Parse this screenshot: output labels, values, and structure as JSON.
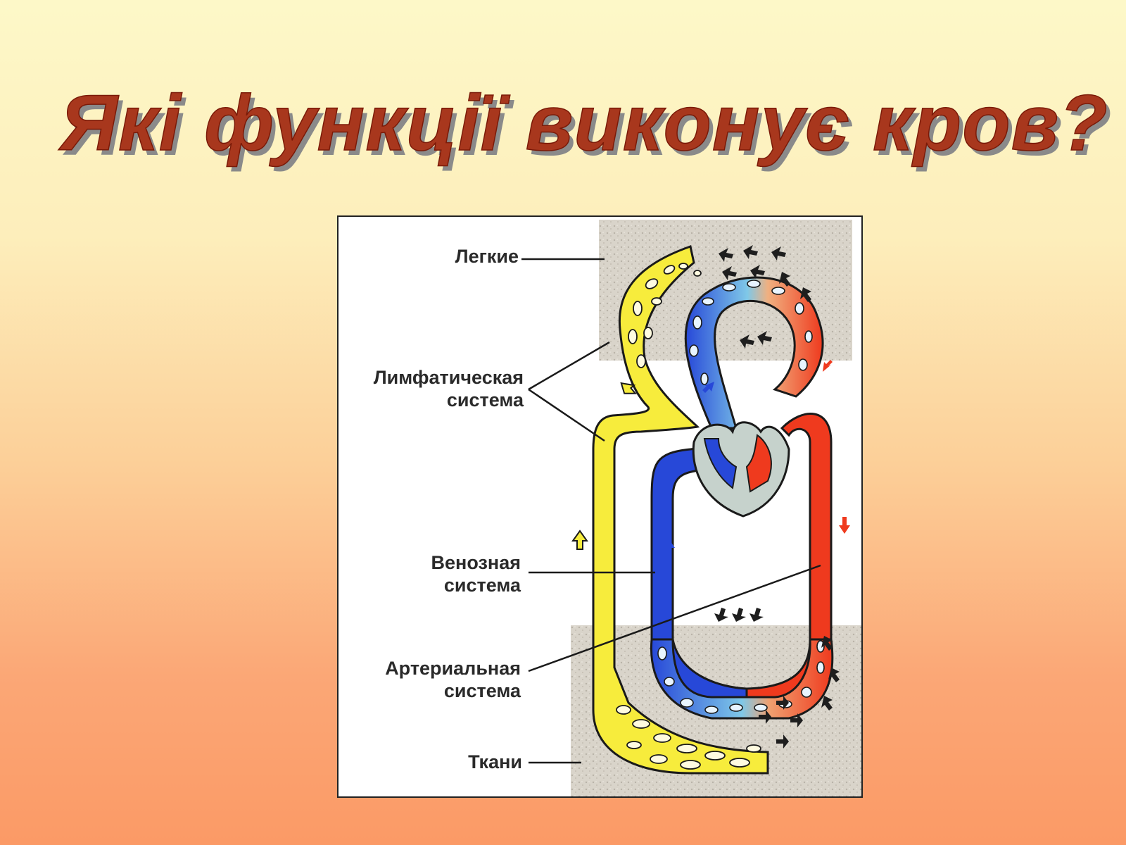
{
  "slide": {
    "title": "Які функції виконує кров?"
  },
  "diagram": {
    "labels": {
      "lungs": "Легкие",
      "lymph_line1": "Лимфатическая",
      "lymph_line2": "система",
      "venous_line1": "Венозная",
      "venous_line2": "система",
      "arterial_line1": "Артериальная",
      "arterial_line2": "система",
      "tissues": "Ткани"
    },
    "colors": {
      "lymph": "#f7ec3c",
      "venous": "#2748d8",
      "arterial": "#ef3a1e",
      "tissue": "#cfcac0",
      "arrows": "#222222"
    }
  }
}
